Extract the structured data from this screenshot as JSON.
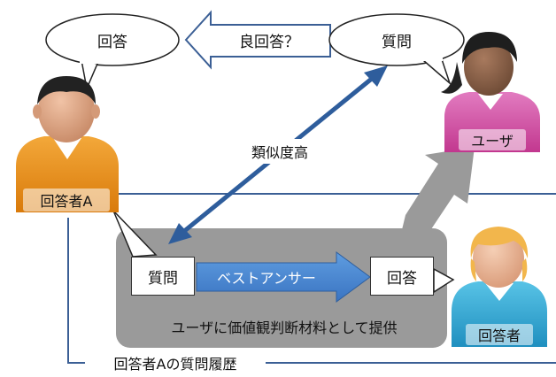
{
  "bubbles": {
    "answerer_a_speech": "回答",
    "user_speech": "質問"
  },
  "arrows": {
    "good_answer_label": "良回答？",
    "similarity_label": "類似度高",
    "best_answer_label": "ベストアンサー"
  },
  "persons": {
    "answerer_a": "回答者A",
    "user": "ユーザ",
    "answerer": "回答者"
  },
  "panel": {
    "question_box": "質問",
    "answer_box": "回答",
    "caption": "ユーザに価値観判断材料として提供"
  },
  "history_label": "回答者Aの質問履歴",
  "colors": {
    "blue_arrow": "#2e5d9c",
    "panel_gray": "#9a9a9a",
    "history_line": "#3b5f95",
    "answerer_a_shirt": "#e88f17",
    "user_shirt": "#d04fa6",
    "answerer_shirt": "#2fa6cf"
  }
}
